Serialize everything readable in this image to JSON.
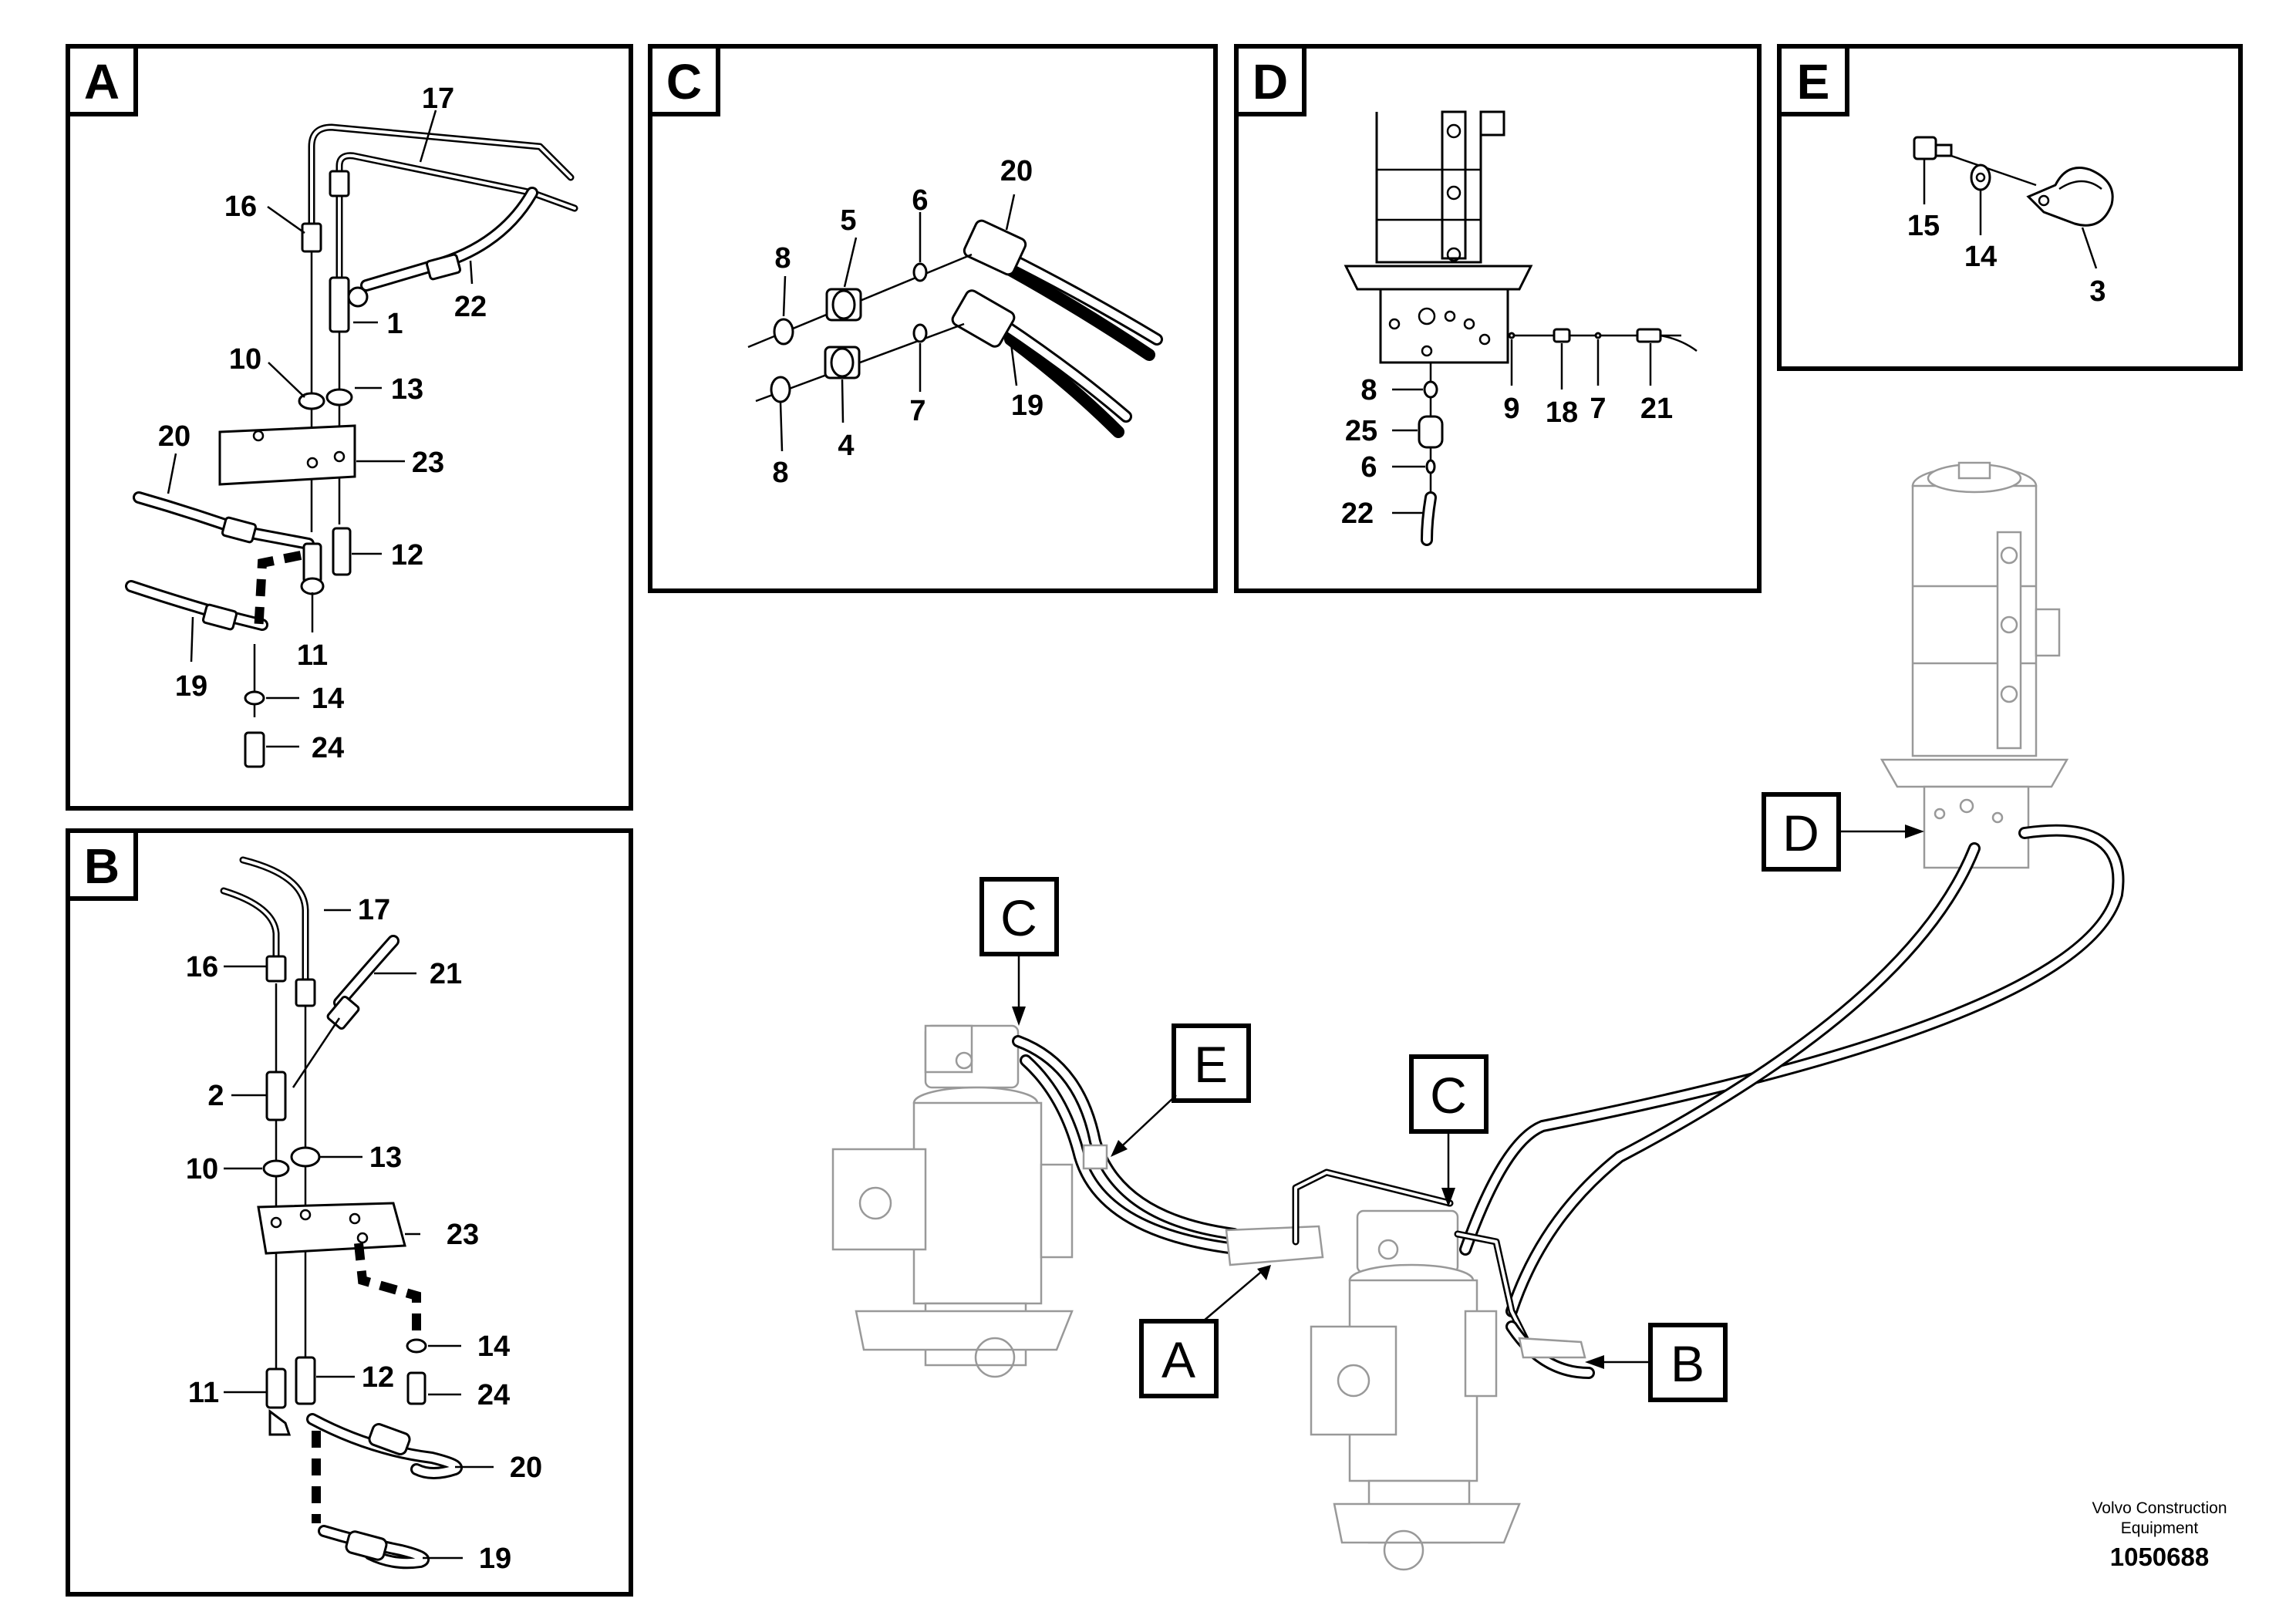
{
  "panels": {
    "A": {
      "letter": "A",
      "labels": [
        "17",
        "16",
        "1",
        "22",
        "10",
        "13",
        "20",
        "23",
        "12",
        "19",
        "11",
        "14",
        "24"
      ]
    },
    "B": {
      "letter": "B",
      "labels": [
        "17",
        "16",
        "21",
        "2",
        "10",
        "13",
        "23",
        "14",
        "24",
        "11",
        "12",
        "20",
        "19"
      ]
    },
    "C": {
      "letter": "C",
      "labels": [
        "20",
        "6",
        "5",
        "8",
        "19",
        "7",
        "4",
        "8"
      ]
    },
    "D": {
      "letter": "D",
      "labels": [
        "8",
        "25",
        "6",
        "22",
        "9",
        "18",
        "7",
        "21"
      ]
    },
    "E": {
      "letter": "E",
      "labels": [
        "15",
        "14",
        "3"
      ]
    }
  },
  "callouts": {
    "c1": "C",
    "c2": "C",
    "e": "E",
    "a": "A",
    "d": "D",
    "b": "B"
  },
  "footer": {
    "brand_line1": "Volvo Construction",
    "brand_line2": "Equipment",
    "doc_number": "1050688"
  }
}
